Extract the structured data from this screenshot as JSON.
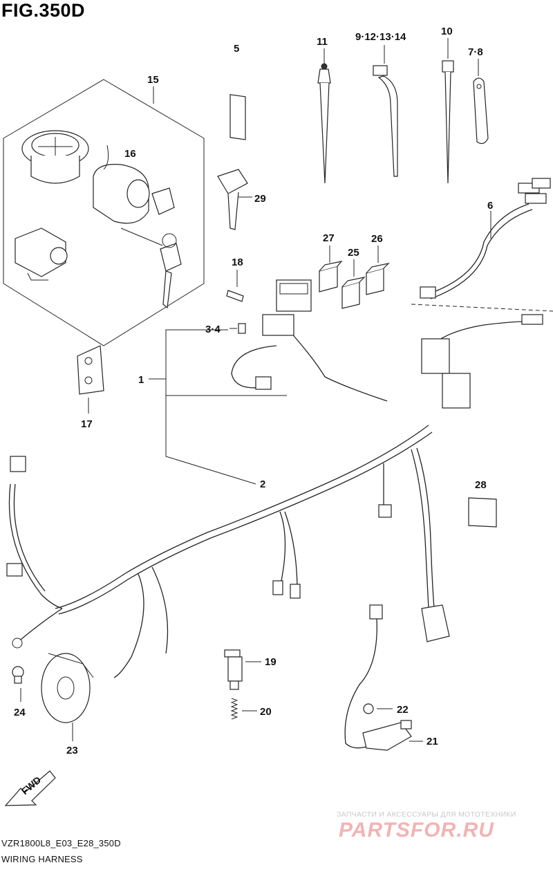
{
  "header": {
    "fig_title": "FIG.350D"
  },
  "callouts": [
    "5",
    "11",
    "9·12·13·14",
    "10",
    "7·8",
    "15",
    "16",
    "29",
    "6",
    "27",
    "25",
    "26",
    "18",
    "3·4",
    "1",
    "17",
    "2",
    "28",
    "19",
    "20",
    "22",
    "21",
    "24",
    "23"
  ],
  "footer": {
    "code": "VZR1800L8_E03_E28_350D",
    "title": "WIRING HARNESS",
    "fwd_label": "FWD"
  },
  "watermark": {
    "tagline": "ЗАПЧАСТИ И АКСЕССУАРЫ ДЛЯ МОТОТЕХНИКИ",
    "logo": "PARTSFOR.RU"
  }
}
